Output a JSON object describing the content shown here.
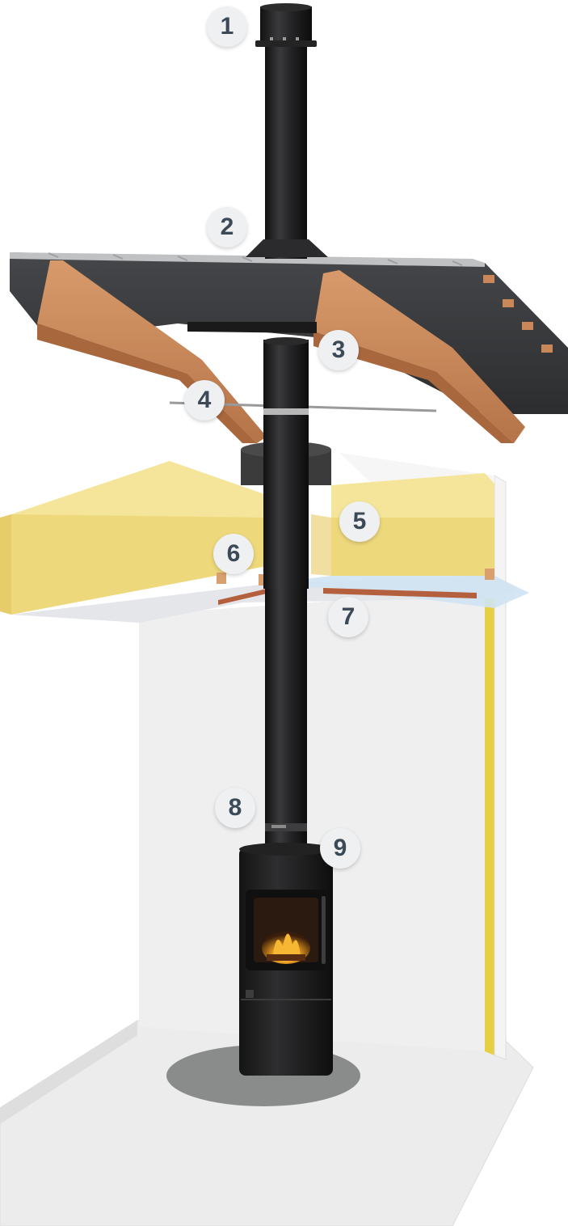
{
  "callouts": [
    {
      "id": "1",
      "label": "1"
    },
    {
      "id": "2",
      "label": "2"
    },
    {
      "id": "3",
      "label": "3"
    },
    {
      "id": "4",
      "label": "4"
    },
    {
      "id": "5",
      "label": "5"
    },
    {
      "id": "6",
      "label": "6"
    },
    {
      "id": "7",
      "label": "7"
    },
    {
      "id": "8",
      "label": "8"
    },
    {
      "id": "9",
      "label": "9"
    }
  ],
  "colors": {
    "pipe": "#1e1e20",
    "roof": "#3a3b3d",
    "timber": "#c9875a",
    "insulation": "#f1e08a",
    "wall": "#efefef",
    "floor": "#e9e9e9",
    "callout_bg": "#eef0f2",
    "callout_text": "#3b4a56"
  },
  "components": [
    "roof-cowl",
    "roof-flashing",
    "rafter",
    "roof-support-bracket",
    "insulation-layer",
    "firestop-collar",
    "ceiling-vapour-membrane",
    "stove-pipe",
    "wood-stove"
  ]
}
